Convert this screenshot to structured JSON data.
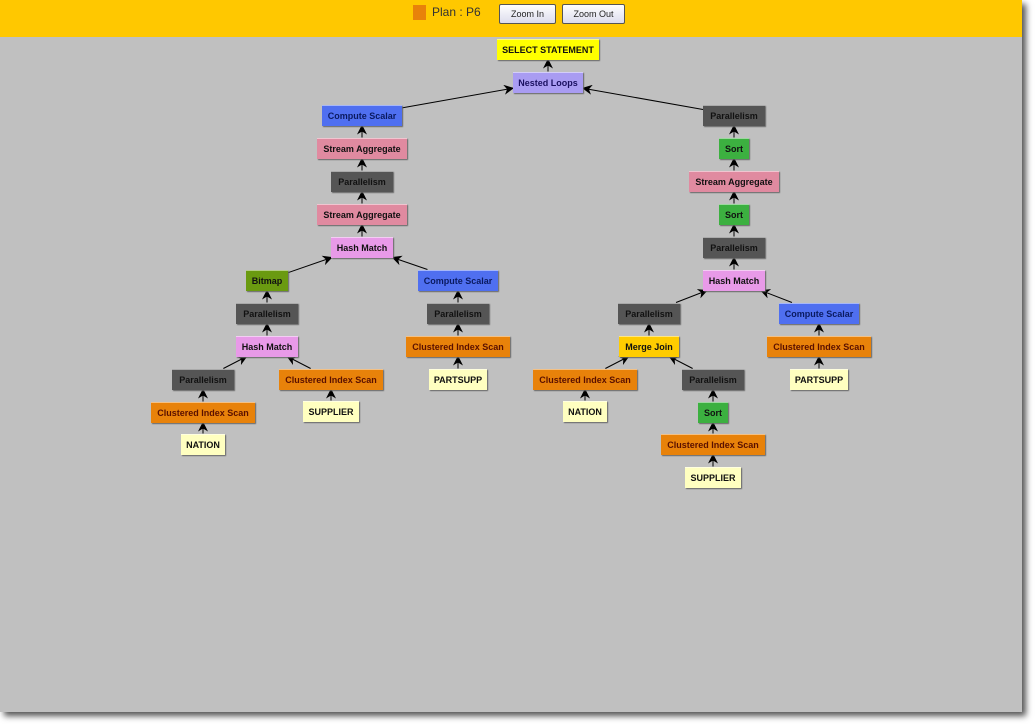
{
  "header": {
    "plan_label": "Plan : P6",
    "zoom_in_label": "Zoom In",
    "zoom_out_label": "Zoom Out"
  },
  "colors": {
    "header_bg": "#ffc800",
    "canvas_bg": "#c0c0c0",
    "select": "#ffff00",
    "nested_loops": "#a99cf2",
    "compute_scalar": "#4f6ff0",
    "stream_aggregate": "#e08aa0",
    "parallelism": "#555555",
    "hash_match": "#e89ae8",
    "bitmap": "#6a9a10",
    "index_scan": "#e8820a",
    "table": "#ffffc0",
    "sort": "#3cb040",
    "merge_join": "#ffcc00"
  },
  "plan": {
    "nodes": [
      {
        "label": "SELECT STATEMENT",
        "kind": "select",
        "parent": null
      },
      {
        "label": "Nested Loops",
        "kind": "nested_loops",
        "parent": 0
      },
      {
        "label": "Compute Scalar",
        "kind": "compute_scalar",
        "parent": 1
      },
      {
        "label": "Stream Aggregate",
        "kind": "stream_aggregate",
        "parent": 2
      },
      {
        "label": "Parallelism",
        "kind": "parallelism",
        "parent": 3
      },
      {
        "label": "Stream Aggregate",
        "kind": "stream_aggregate",
        "parent": 4
      },
      {
        "label": "Hash Match",
        "kind": "hash_match",
        "parent": 5
      },
      {
        "label": "Bitmap",
        "kind": "bitmap",
        "parent": 6
      },
      {
        "label": "Parallelism",
        "kind": "parallelism",
        "parent": 7
      },
      {
        "label": "Hash Match",
        "kind": "hash_match",
        "parent": 8
      },
      {
        "label": "Parallelism",
        "kind": "parallelism",
        "parent": 9
      },
      {
        "label": "Clustered Index Scan",
        "kind": "index_scan",
        "parent": 10
      },
      {
        "label": "NATION",
        "kind": "table",
        "parent": 11
      },
      {
        "label": "Clustered Index Scan",
        "kind": "index_scan",
        "parent": 9
      },
      {
        "label": "SUPPLIER",
        "kind": "table",
        "parent": 13
      },
      {
        "label": "Compute Scalar",
        "kind": "compute_scalar",
        "parent": 6
      },
      {
        "label": "Parallelism",
        "kind": "parallelism",
        "parent": 15
      },
      {
        "label": "Clustered Index Scan",
        "kind": "index_scan",
        "parent": 16
      },
      {
        "label": "PARTSUPP",
        "kind": "table",
        "parent": 17
      },
      {
        "label": "Parallelism",
        "kind": "parallelism",
        "parent": 1
      },
      {
        "label": "Sort",
        "kind": "sort",
        "parent": 19
      },
      {
        "label": "Stream Aggregate",
        "kind": "stream_aggregate",
        "parent": 20
      },
      {
        "label": "Sort",
        "kind": "sort",
        "parent": 21
      },
      {
        "label": "Parallelism",
        "kind": "parallelism",
        "parent": 22
      },
      {
        "label": "Hash Match",
        "kind": "hash_match",
        "parent": 23
      },
      {
        "label": "Parallelism",
        "kind": "parallelism",
        "parent": 24
      },
      {
        "label": "Merge Join",
        "kind": "merge_join",
        "parent": 25
      },
      {
        "label": "Clustered Index Scan",
        "kind": "index_scan",
        "parent": 26
      },
      {
        "label": "NATION",
        "kind": "table",
        "parent": 27
      },
      {
        "label": "Parallelism",
        "kind": "parallelism",
        "parent": 26
      },
      {
        "label": "Sort",
        "kind": "sort",
        "parent": 29
      },
      {
        "label": "Clustered Index Scan",
        "kind": "index_scan",
        "parent": 30
      },
      {
        "label": "SUPPLIER",
        "kind": "table",
        "parent": 31
      },
      {
        "label": "Compute Scalar",
        "kind": "compute_scalar",
        "parent": 24
      },
      {
        "label": "Clustered Index Scan",
        "kind": "index_scan",
        "parent": 33
      },
      {
        "label": "PARTSUPP",
        "kind": "table",
        "parent": 34
      }
    ]
  }
}
